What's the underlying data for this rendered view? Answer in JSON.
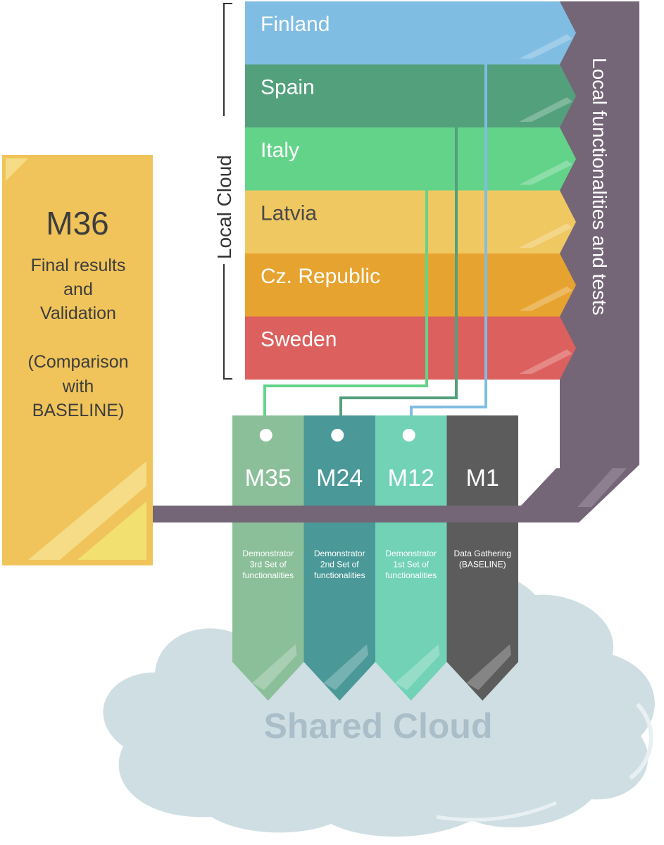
{
  "local_cloud": {
    "label": "Local Cloud",
    "countries": [
      {
        "name": "Finland",
        "color": "#80bde2"
      },
      {
        "name": "Spain",
        "color": "#53a07c"
      },
      {
        "name": "Italy",
        "color": "#64d38a"
      },
      {
        "name": "Latvia",
        "color": "#f0c862"
      },
      {
        "name": "Cz. Republic",
        "color": "#e7a330"
      },
      {
        "name": "Sweden",
        "color": "#dc605e"
      }
    ]
  },
  "local_tests": {
    "label": "Local functionalities and tests",
    "color": "#746577"
  },
  "milestones": [
    {
      "id": "M35",
      "description": [
        "Demonstrator",
        "3rd Set of",
        "functionalities"
      ],
      "color": "#8bbf9a"
    },
    {
      "id": "M24",
      "description": [
        "Demonstrator",
        "2nd Set of",
        "functionalities"
      ],
      "color": "#4a9898"
    },
    {
      "id": "M12",
      "description": [
        "Demonstrator",
        "1st Set of",
        "functionalities"
      ],
      "color": "#72d2b5"
    },
    {
      "id": "M1",
      "description": [
        "Data Gathering",
        "(BASELINE)"
      ],
      "color": "#5c5c5c"
    }
  ],
  "final": {
    "id": "M36",
    "lines": [
      "Final results",
      "and",
      "Validation",
      "",
      "(Comparison",
      "with",
      "BASELINE)"
    ],
    "color": "#f0c45a"
  },
  "shared_cloud": {
    "label": "Shared Cloud",
    "color": "#cfdee3"
  }
}
